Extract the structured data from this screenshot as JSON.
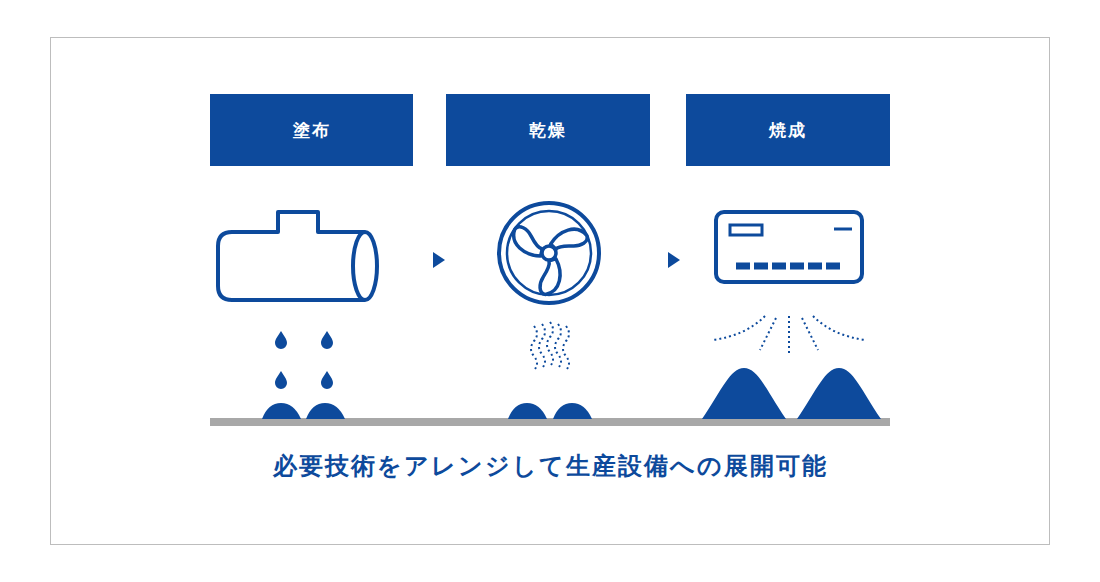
{
  "diagram": {
    "caption": "必要技術をアレンジして生産設備への展開可能",
    "nodes": [
      {
        "text": [
          "塗布"
        ]
      },
      {
        "text": [
          "乾燥"
        ]
      },
      {
        "text": [
          "焼成"
        ]
      }
    ]
  }
}
